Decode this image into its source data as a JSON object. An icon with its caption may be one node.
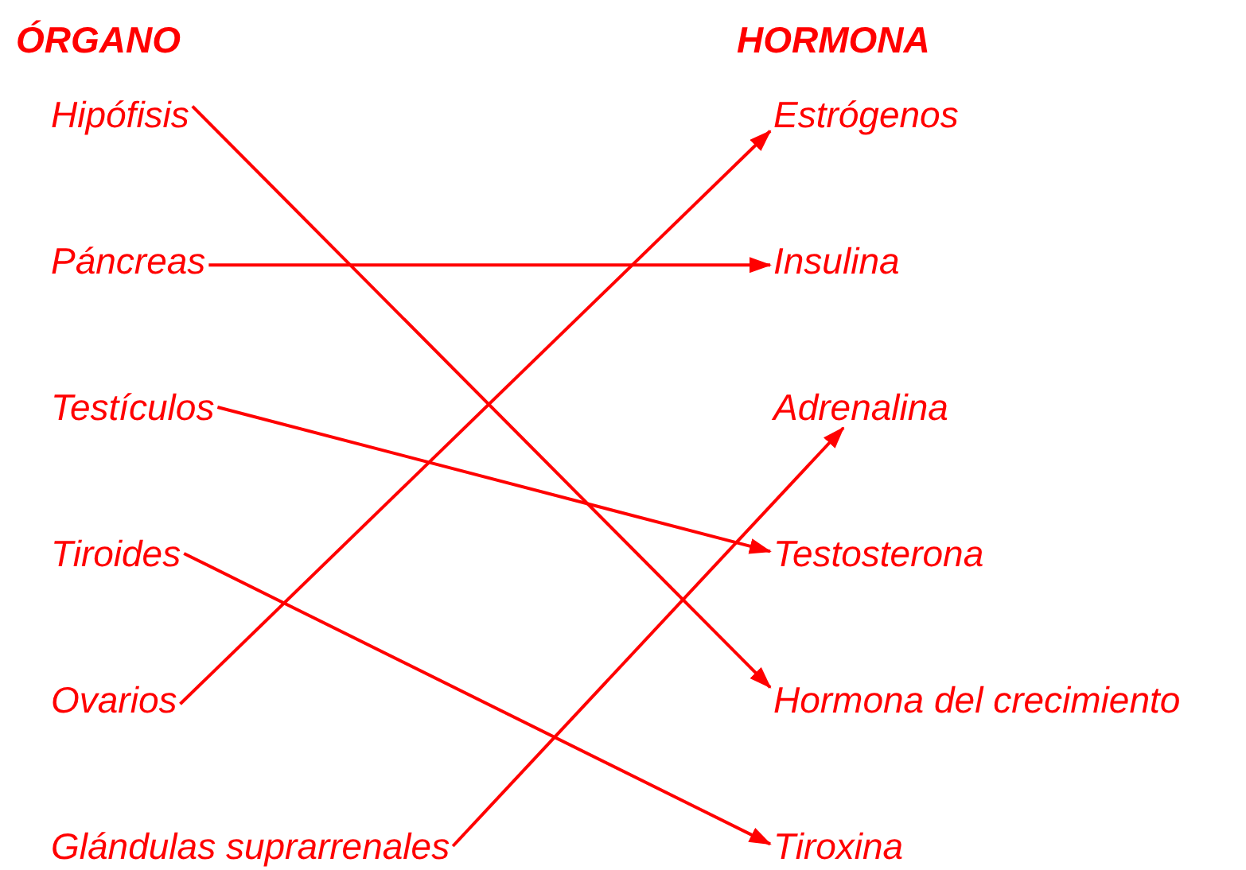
{
  "diagram": {
    "nodes": [
      {
        "text": [
          "Hipófisis"
        ]
      },
      {
        "text": [
          "Páncreas"
        ]
      },
      {
        "text": [
          "Testículos"
        ]
      },
      {
        "text": [
          "Tiroides"
        ]
      },
      {
        "text": [
          "Ovarios"
        ]
      },
      {
        "text": [
          "Glándulas suprarrenales"
        ]
      },
      {
        "text": [
          "Estrógenos"
        ]
      },
      {
        "text": [
          "Insulina"
        ]
      },
      {
        "text": [
          "Adrenalina"
        ]
      },
      {
        "text": [
          "Testosterona"
        ]
      },
      {
        "text": [
          "Hormona del crecimiento"
        ]
      },
      {
        "text": [
          "Tiroxina"
        ]
      }
    ],
    "edges": [
      {
        "from": 0,
        "to": 10,
        "arrow": "to"
      },
      {
        "from": 1,
        "to": 7,
        "arrow": "to"
      },
      {
        "from": 2,
        "to": 9,
        "arrow": "to"
      },
      {
        "from": 3,
        "to": 11,
        "arrow": "to"
      },
      {
        "from": 4,
        "to": 6,
        "arrow": "to"
      },
      {
        "from": 5,
        "to": 8,
        "arrow": "to"
      }
    ],
    "labels": [
      "ÓRGANO",
      "HORMONA"
    ]
  }
}
